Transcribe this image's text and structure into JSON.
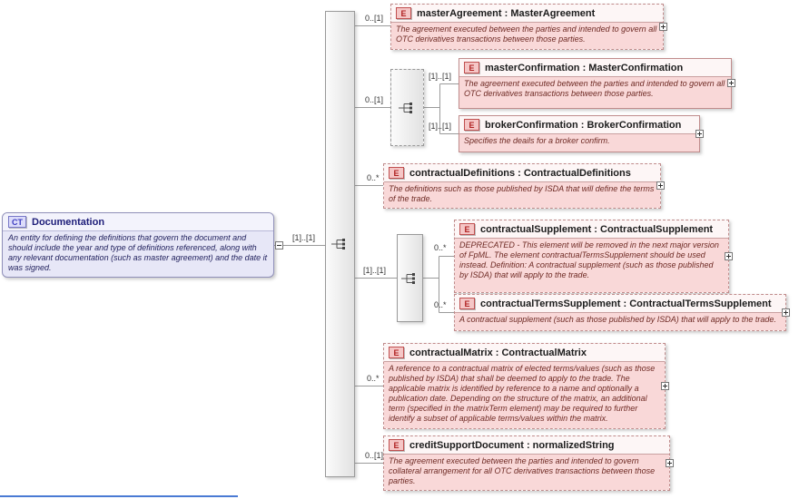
{
  "root": {
    "badge": "CT",
    "title": "Documentation",
    "description": "An entity for defining the definitions that govern the document and should include the year and type of definitions referenced, along with any relevant documentation (such as master agreement) and the date it was signed.",
    "cardinality": "[1]..[1]"
  },
  "master_agreement": {
    "badge": "E",
    "title": "masterAgreement : MasterAgreement",
    "cardinality": "0..[1]",
    "description": "The agreement executed between the parties and intended to govern all OTC derivatives transactions between those parties."
  },
  "confirmation_group": {
    "cardinality": "0..[1]"
  },
  "master_confirmation": {
    "badge": "E",
    "title": "masterConfirmation : MasterConfirmation",
    "cardinality": "[1]..[1]",
    "description": "The agreement executed between the parties and intended to govern all OTC derivatives transactions between those parties."
  },
  "broker_confirmation": {
    "badge": "E",
    "title": "brokerConfirmation : BrokerConfirmation",
    "cardinality": "[1]..[1]",
    "description": "Specifies the deails for a broker confirm."
  },
  "contractual_definitions": {
    "badge": "E",
    "title": "contractualDefinitions : ContractualDefinitions",
    "cardinality": "0..*",
    "description": "The definitions such as those published by ISDA that will define the terms of the trade."
  },
  "supplement_group": {
    "cardinality": "[1]..[1]"
  },
  "contractual_supplement": {
    "badge": "E",
    "title": "contractualSupplement : ContractualSupplement",
    "cardinality": "0..*",
    "description": "DEPRECATED - This element will be removed in the next major version of FpML. The element contractualTermsSupplement should be used instead. Definition: A contractual supplement (such as those published by ISDA) that will apply to the trade."
  },
  "contractual_terms_supplement": {
    "badge": "E",
    "title": "contractualTermsSupplement : ContractualTermsSupplement",
    "cardinality": "0..*",
    "description": "A contractual supplement (such as those published by ISDA) that will apply to the trade."
  },
  "contractual_matrix": {
    "badge": "E",
    "title": "contractualMatrix : ContractualMatrix",
    "cardinality": "0..*",
    "description": "A reference to a contractual matrix of elected terms/values (such as those published by ISDA) that shall be deemed to apply to the trade. The applicable matrix is identified by reference to a name and optionally a publication date. Depending on the structure of the matrix, an additional term (specified in the matrixTerm element) may be required to further identify a subset of applicable terms/values within the matrix."
  },
  "credit_support_document": {
    "badge": "E",
    "title": "creditSupportDocument : normalizedString",
    "cardinality": "0..[1]",
    "description": "The agreement executed between the parties and intended to govern collateral arrangement for all OTC derivatives transactions between those parties."
  }
}
